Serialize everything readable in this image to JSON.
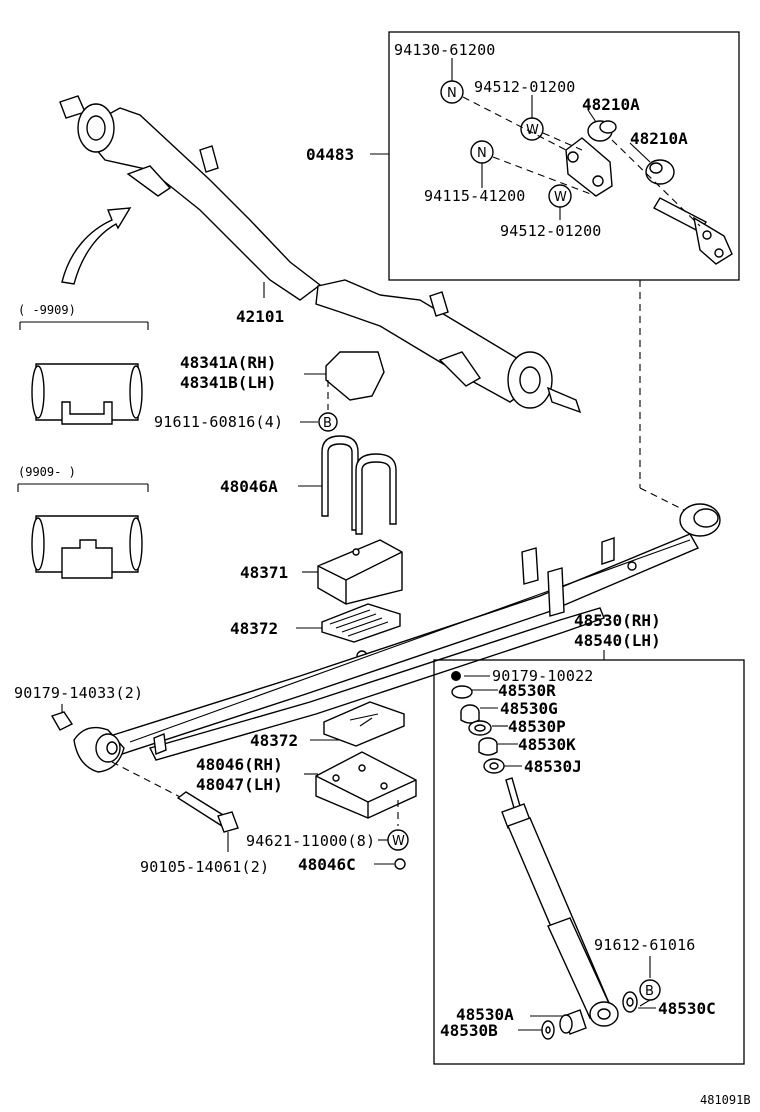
{
  "diagram_id": "481091B",
  "upper_box": {
    "group_label": "04483",
    "parts": [
      "94130-61200",
      "94512-01200",
      "48210A",
      "48210A",
      "94115-41200",
      "94512-01200"
    ],
    "markers": [
      "N",
      "W",
      "N",
      "W"
    ]
  },
  "axle": {
    "label": "42101"
  },
  "date_ranges": [
    "(     -9909)",
    "(9909-     )"
  ],
  "bumper": {
    "label_rh": "48341A(RH)",
    "label_lh": "48341B(LH)"
  },
  "bolt_b": {
    "label": "91611-60816(4)",
    "marker": "B"
  },
  "u_bolt": {
    "label": "48046A"
  },
  "seat": {
    "label": "48371"
  },
  "pad_upper": {
    "label": "48372"
  },
  "pad_lower": {
    "label": "48372"
  },
  "plate": {
    "label_rh": "48046(RH)",
    "label_lh": "48047(LH)"
  },
  "nut_w": {
    "label": "94621-11000(8)",
    "marker": "W"
  },
  "bushing_bolt": {
    "label": "90179-14033(2)"
  },
  "pin_bolt": {
    "label": "90105-14061(2)"
  },
  "nut_c": {
    "label": "48046C"
  },
  "shock": {
    "label_rh": "48530(RH)",
    "label_lh": "48540(LH)",
    "parts": [
      "90179-10022",
      "48530R",
      "48530G",
      "48530P",
      "48530K",
      "48530J"
    ],
    "bolt_label": "91612-61016",
    "bolt_marker": "B",
    "lower_parts": [
      "48530A",
      "48530B",
      "48530C"
    ]
  }
}
